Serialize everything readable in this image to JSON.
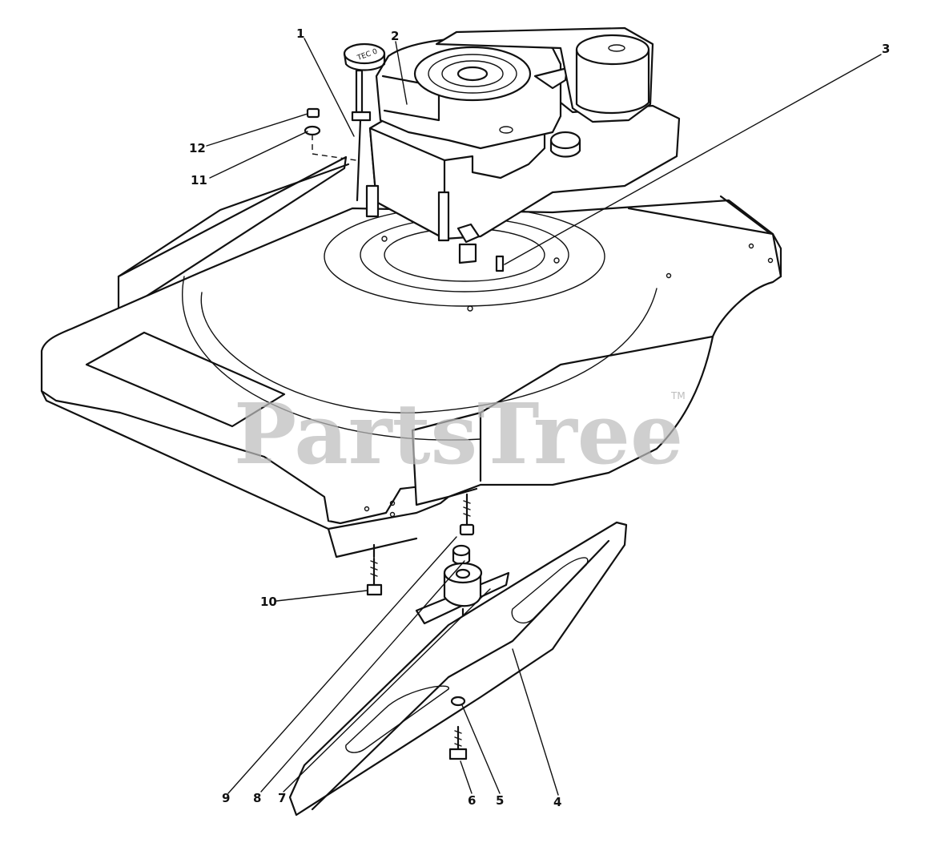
{
  "watermark": {
    "text": "PartsTree",
    "trademark": "TM"
  },
  "callouts": [
    {
      "id": "1",
      "label": "1"
    },
    {
      "id": "2",
      "label": "2"
    },
    {
      "id": "3",
      "label": "3"
    },
    {
      "id": "4",
      "label": "4"
    },
    {
      "id": "5",
      "label": "5"
    },
    {
      "id": "6",
      "label": "6"
    },
    {
      "id": "7",
      "label": "7"
    },
    {
      "id": "8",
      "label": "8"
    },
    {
      "id": "9",
      "label": "9"
    },
    {
      "id": "10",
      "label": "10"
    },
    {
      "id": "11",
      "label": "11"
    },
    {
      "id": "12",
      "label": "12"
    }
  ],
  "engine_decal": "TEC 0"
}
